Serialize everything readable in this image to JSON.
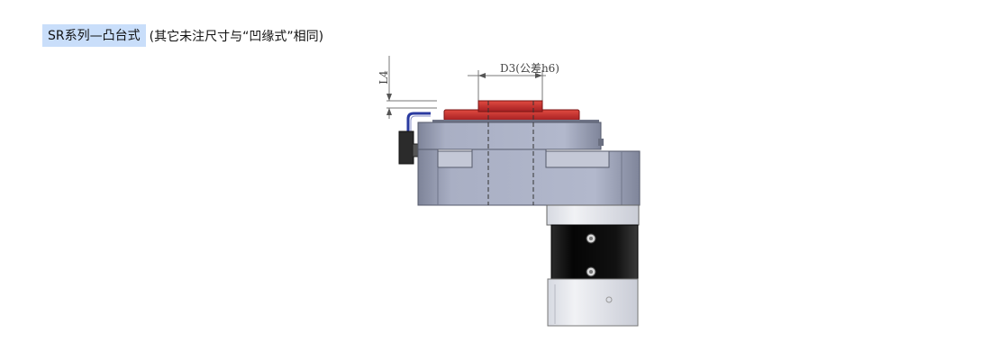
{
  "header": {
    "series_title": "SR系列—凸台式",
    "note": "(其它未注尺寸与“凹缘式”相同)"
  },
  "drawing": {
    "dimension_d3_label": "D3(公差h6)",
    "dimension_l4_label": "L4",
    "colors": {
      "flange_red": "#c4262a",
      "body_gray": "#9aa0b6",
      "motor_black": "#111111",
      "cable_blue": "#2a3aa0"
    }
  }
}
